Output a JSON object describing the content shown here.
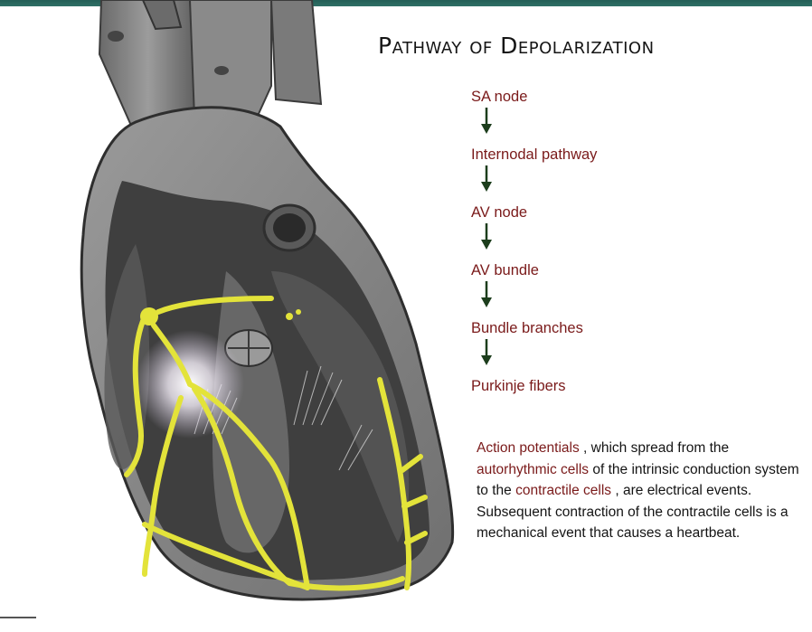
{
  "title": "Pathway of Depolarization",
  "pathway": [
    {
      "label": "SA node"
    },
    {
      "label": "Internodal pathway"
    },
    {
      "label": "AV node"
    },
    {
      "label": "AV bundle"
    },
    {
      "label": "Bundle branches"
    },
    {
      "label": "Purkinje fibers"
    }
  ],
  "description": {
    "t1": "Action potentials",
    "t2": " , which spread from the ",
    "t3": "autorhythmic cells",
    "t4": " of the intrinsic conduction system to the ",
    "t5": "contractile cells",
    "t6": " , are electrical events. Subsequent contraction of the contractile cells is a mechanical event that causes a heartbeat."
  },
  "colors": {
    "header_rule": "#2f7066",
    "term": "#7a1a1a",
    "arrow": "#1c3d1c",
    "conduction": "#e3e33a"
  },
  "illustration": "heart cross-section with conduction system"
}
